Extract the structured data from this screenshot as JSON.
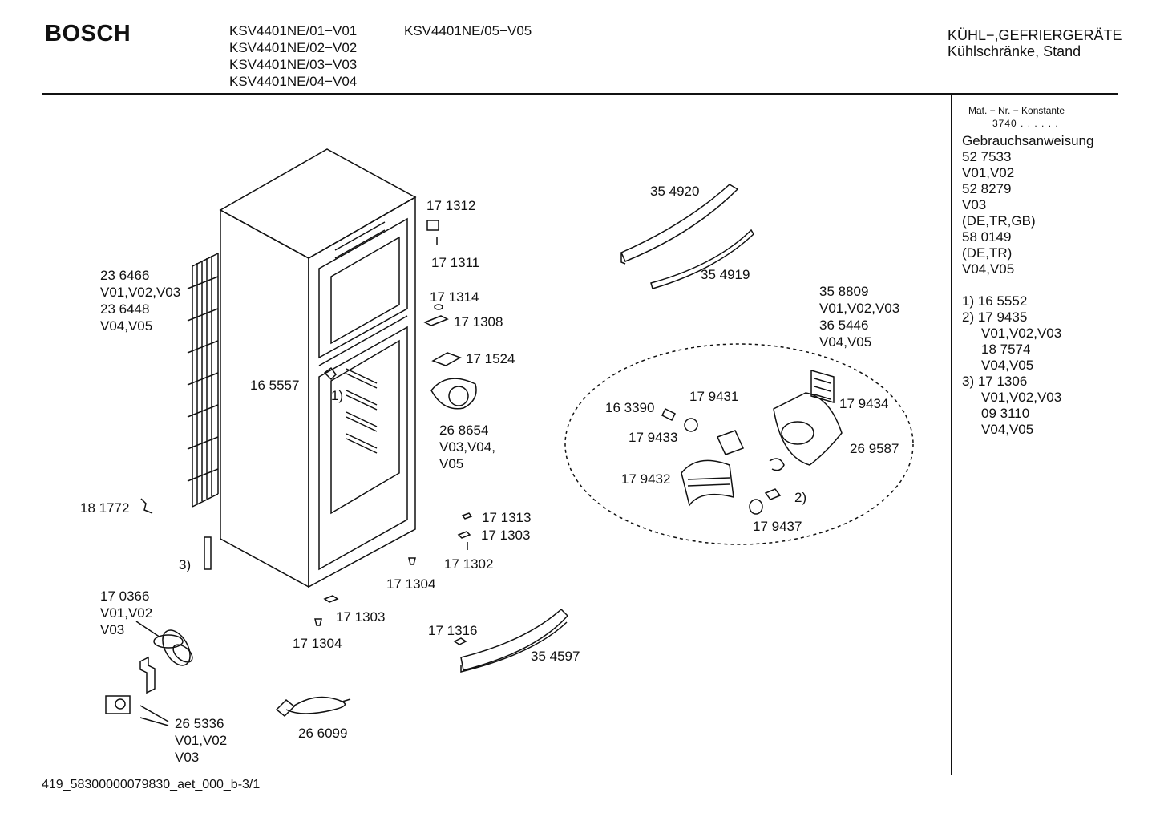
{
  "header": {
    "brand": "BOSCH",
    "models_col1": [
      "KSV4401NE/01−V01",
      "KSV4401NE/02−V02",
      "KSV4401NE/03−V03",
      "KSV4401NE/04−V04"
    ],
    "models_col2": [
      "KSV4401NE/05−V05"
    ],
    "category_line1": "KÜHL−,GEFRIERGERÄTE",
    "category_line2": "Kühlschränke, Stand"
  },
  "sidebar": {
    "mat_label": "Mat. − Nr. − Konstante",
    "mat_value": "3740 . . . . . .",
    "lines": [
      "Gebrauchsanweisung",
      "52 7533",
      "V01,V02",
      "52 8279",
      "V03",
      "(DE,TR,GB)",
      "58 0149",
      "(DE,TR)",
      "V04,V05",
      "",
      "1)  16 5552",
      "2)  17 9435",
      "V01,V02,V03",
      "18 7574",
      "V04,V05",
      "3)  17 1306",
      "V01,V02,V03",
      "09 3110",
      "V04,V05"
    ]
  },
  "parts": {
    "p171312": "17 1312",
    "p171311": "17 1311",
    "p171314": "17 1314",
    "p171308": "17 1308",
    "p171524": "17 1524",
    "p268654": [
      "26 8654",
      "V03,V04,",
      "V05"
    ],
    "p236466": [
      "23 6466",
      "V01,V02,V03",
      "23 6448",
      "V04,V05"
    ],
    "p165557": "16 5557",
    "note1": "1)",
    "p181772": "18 1772",
    "note3": "3)",
    "p171313": "17 1313",
    "p171303a": "17 1303",
    "p171302": "17 1302",
    "p171304a": "17 1304",
    "p171303b": "17 1303",
    "p171304b": "17 1304",
    "p170366": [
      "17 0366",
      "V01,V02",
      "V03"
    ],
    "p265336": [
      "26 5336",
      "V01,V02",
      "V03"
    ],
    "p266099": "26 6099",
    "p171316": "17 1316",
    "p354597": "35 4597",
    "p354920": "35 4920",
    "p354919": "35 4919",
    "p358809": [
      "35 8809",
      "V01,V02,V03",
      "36 5446",
      "V04,V05"
    ],
    "p163390": "16 3390",
    "p179431": "17 9431",
    "p179434": "17 9434",
    "p179433": "17 9433",
    "p269587": "26 9587",
    "p179432": "17 9432",
    "note2": "2)",
    "p179437": "17 9437"
  },
  "footer": {
    "doc_id": "419_58300000079830_aet_000_b-3/1"
  }
}
